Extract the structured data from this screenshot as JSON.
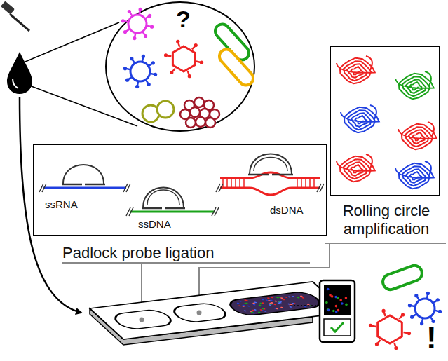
{
  "diagram": {
    "nodes": [
      {
        "text": [
          "ssRNA",
          "dsDNA",
          "ssDNA",
          "Padlock probe ligation"
        ]
      },
      {
        "text": [
          "Rolling circle amplification"
        ]
      }
    ],
    "labels": [
      "?",
      "!"
    ]
  }
}
